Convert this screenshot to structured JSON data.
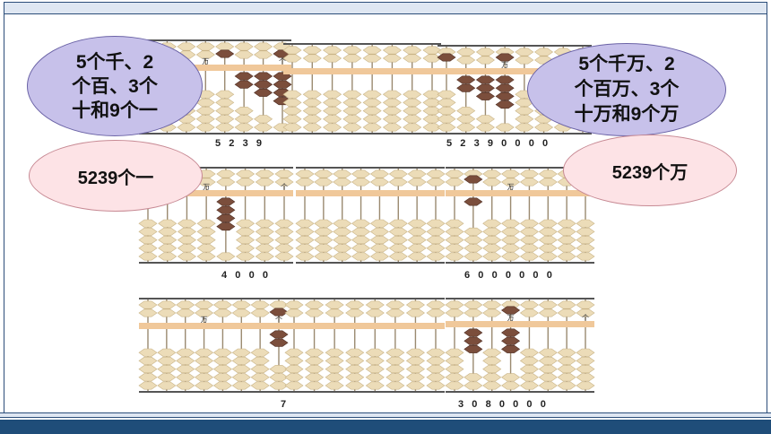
{
  "bubbles": {
    "top_left": "5个千、2\n个百、3个\n十和9个一",
    "top_right": "5个千万、2\n个百万、3个\n十万和9个万",
    "mid_left": "5239个一",
    "mid_right": "5239个万"
  },
  "abacus_labels": {
    "wan": "万",
    "ge": "个"
  },
  "rows": [
    {
      "id": "row1",
      "left_digits": "5   2   3   9",
      "right_digits": "5   2   3   9   0   0   0   0",
      "left_values": [
        5,
        2,
        3,
        9
      ],
      "right_values": [
        5,
        2,
        3,
        9,
        0,
        0,
        0,
        0
      ]
    },
    {
      "id": "row2",
      "left_digits": "4   0   0   0",
      "right_digits": "6   0   0   0   0   0   0",
      "left_values": [
        4,
        0,
        0,
        0
      ],
      "right_values": [
        6,
        0,
        0,
        0,
        0,
        0,
        0
      ]
    },
    {
      "id": "row3",
      "left_digits": "7",
      "right_digits": "3   0   8   0   0   0   0",
      "left_values": [
        7
      ],
      "right_values": [
        3,
        0,
        8,
        0,
        0,
        0,
        0
      ]
    }
  ],
  "colors": {
    "frame_border": "#2c4e7a",
    "bottom_bar": "#1f4d79",
    "beam": "#f0c89a",
    "bead_light": "#ecdcb8",
    "bead_dark": "#7b4e3c",
    "purple_bubble": "#c7c1ea",
    "pink_bubble": "#fde3e6"
  }
}
